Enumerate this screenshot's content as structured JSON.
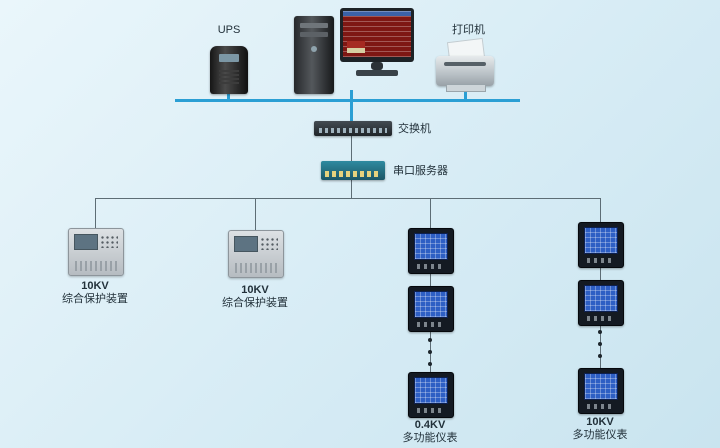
{
  "labels": {
    "ups": "UPS",
    "printer": "打印机",
    "switch": "交换机",
    "serial_server": "串口服务器",
    "protection1_line1": "10KV",
    "protection1_line2": "综合保护装置",
    "protection2_line1": "10KV",
    "protection2_line2": "综合保护装置",
    "meters04_line1": "0.4KV",
    "meters04_line2": "多功能仪表",
    "meters10_line1": "10KV",
    "meters10_line2": "多功能仪表"
  },
  "colors": {
    "background": "#d7ecf5",
    "network_bus": "#2b9fd4",
    "wire": "#5d6d75",
    "meter_screen": "#2e5fc4"
  }
}
